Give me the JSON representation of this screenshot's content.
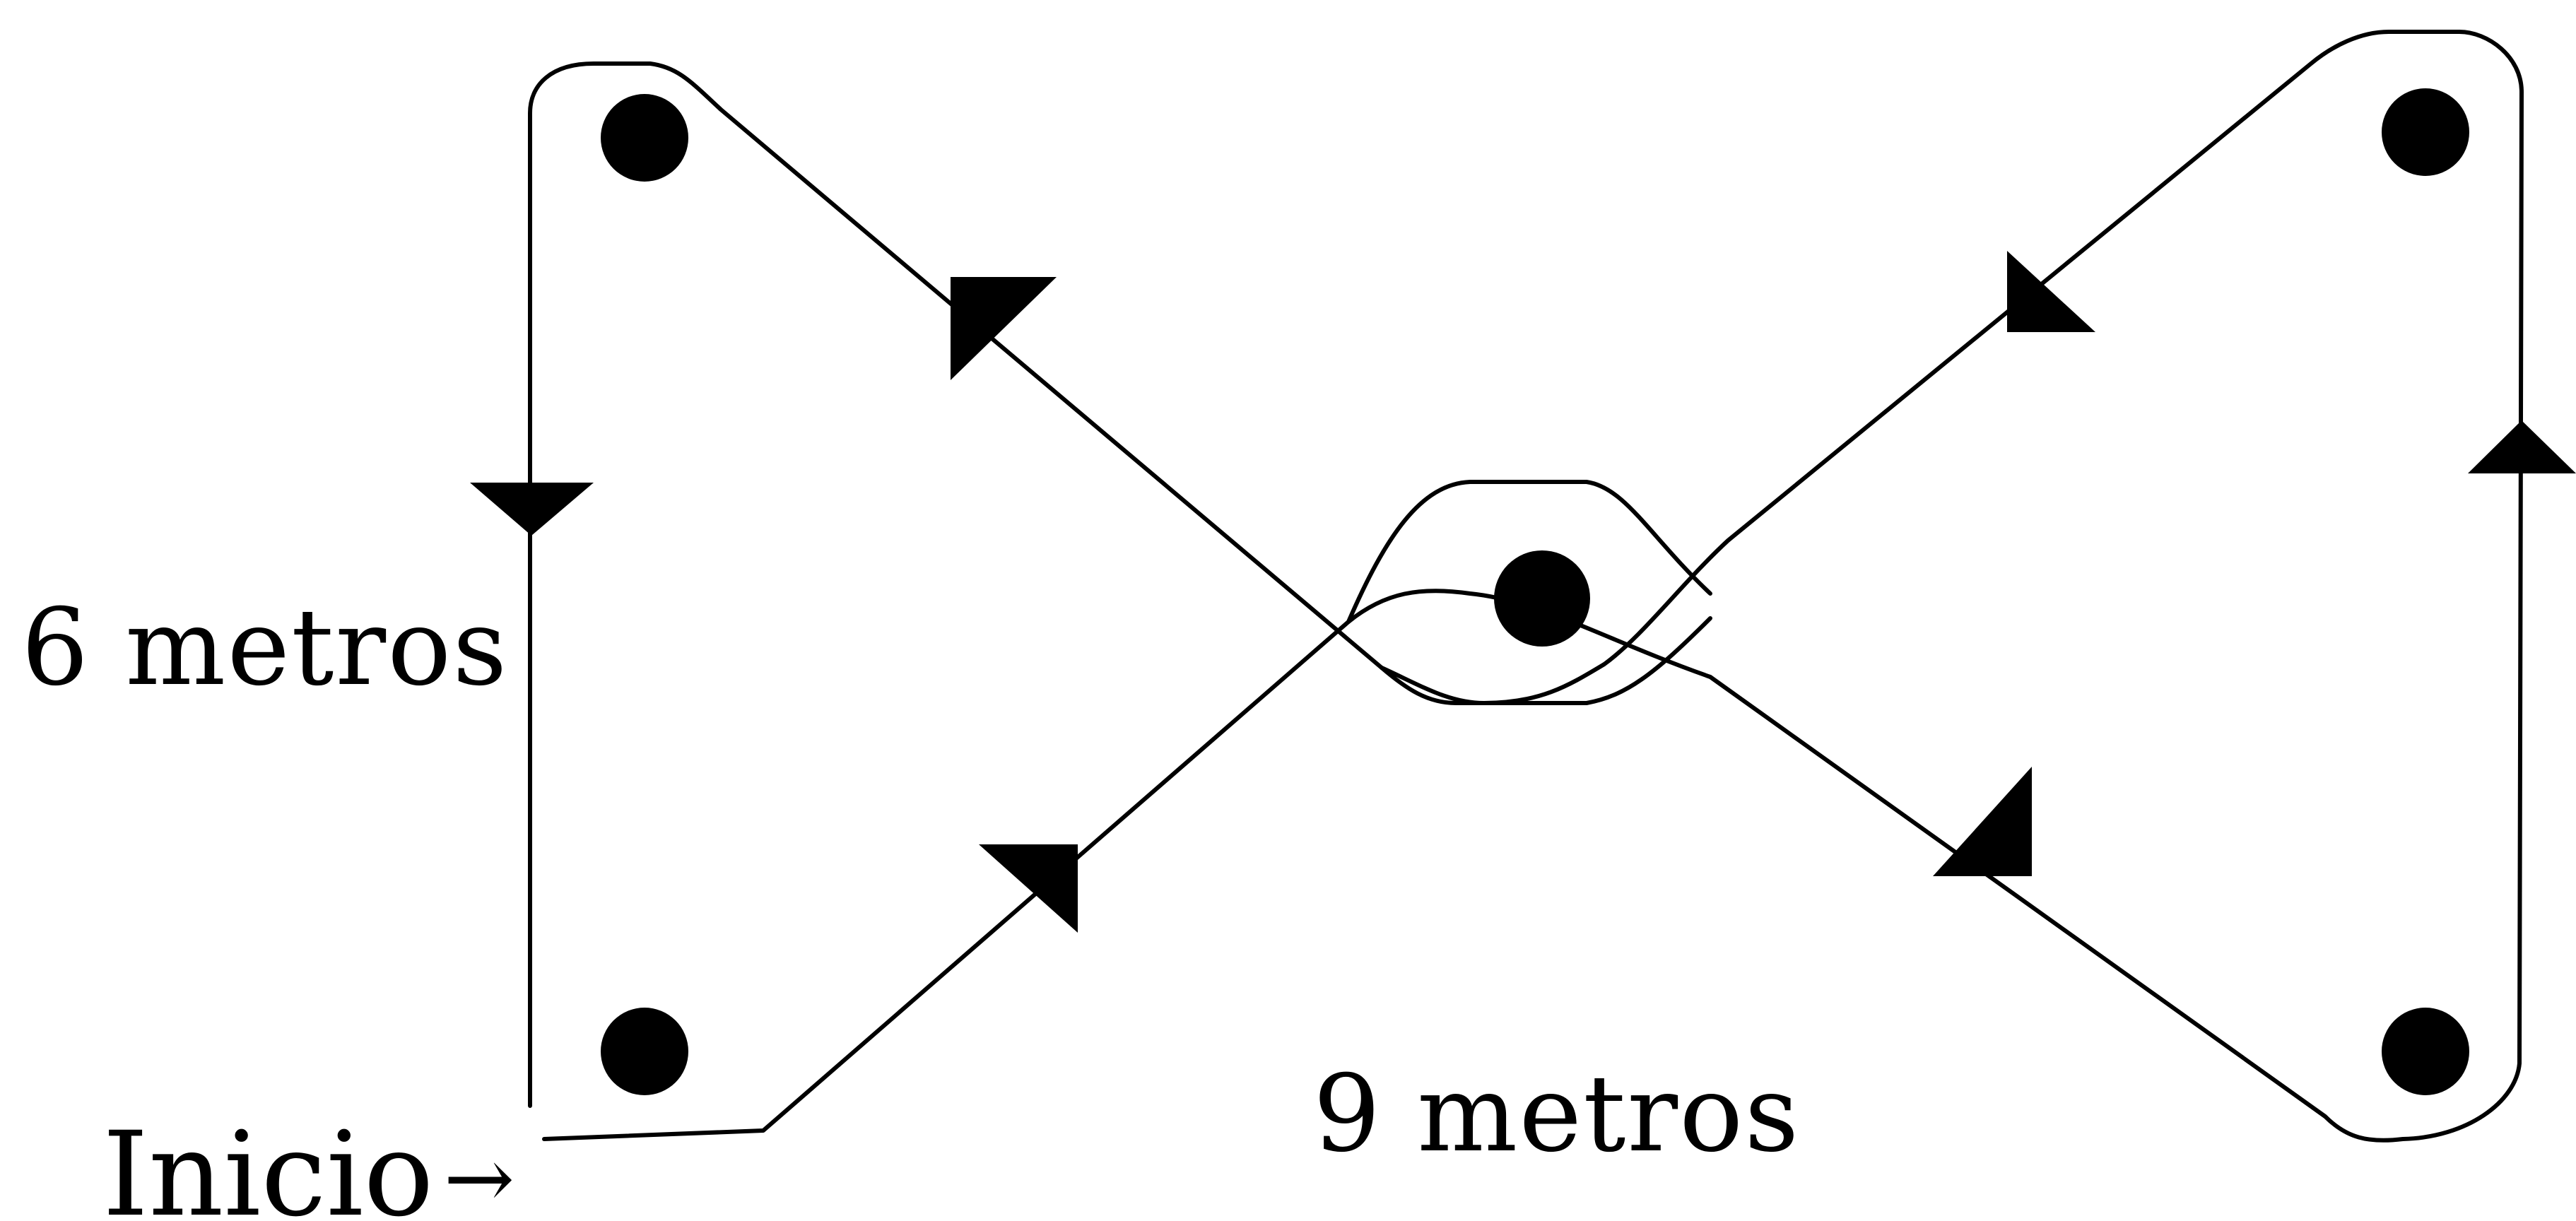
{
  "labels": {
    "height": "6 metros",
    "width": "9 metros",
    "start": "Inicio",
    "start_arrow": "→"
  },
  "poles": [
    {
      "name": "top-left"
    },
    {
      "name": "bottom-left"
    },
    {
      "name": "center"
    },
    {
      "name": "top-right"
    },
    {
      "name": "bottom-right"
    }
  ],
  "colors": {
    "line": "#000000",
    "background": "#ffffff"
  }
}
